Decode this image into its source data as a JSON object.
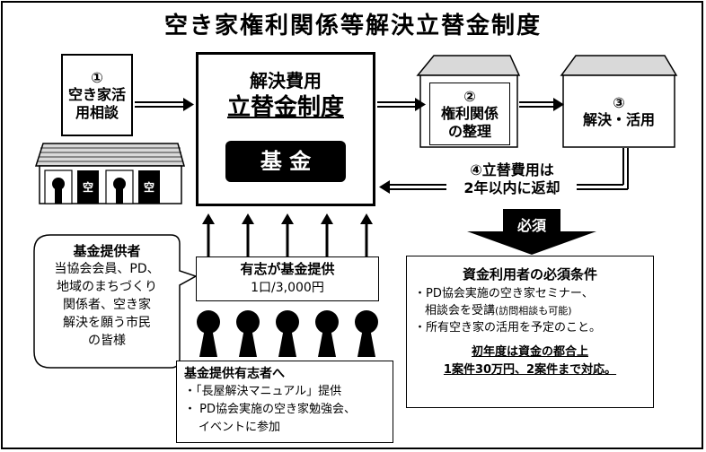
{
  "title": "空き家権利関係等解決立替金制度",
  "step1": {
    "num": "①",
    "line1": "空き家活",
    "line2": "用相談"
  },
  "center": {
    "line1": "解決費用",
    "line2": "立替金制度",
    "fund": "基 金"
  },
  "step2": {
    "num": "②",
    "line1": "権利関係",
    "line2": "の整理"
  },
  "step3": {
    "num": "③",
    "line1": "解決・活用"
  },
  "step4": {
    "line1": "④立替費用は",
    "line2": "2年以内に返却"
  },
  "house_vacant_labels": [
    "空",
    "空"
  ],
  "mandatory_label": "必須",
  "providers_bubble": {
    "heading": "基金提供者",
    "lines": [
      "当協会会員、PD、",
      "地域のまちづくり",
      "関係者、空き家",
      "解決を願う市民",
      "の皆様"
    ]
  },
  "donation": {
    "line1": "有志が基金提供",
    "line2": "1口/3,000円"
  },
  "donor_benefits": {
    "heading": "基金提供有志者へ",
    "items": [
      "・「長屋解決マニュアル」提供",
      "・ PD協会実施の空き家勉強会、",
      "イベントに参加"
    ]
  },
  "conditions": {
    "heading": "資金利用者の必須条件",
    "item1_line1": "・PD協会実施の空き家セミナー、",
    "item1_line2": "相談会を受講",
    "item1_note": "(訪問相談も可能)",
    "item2": "・所有空き家の活用を予定のこと。",
    "note_line1": "初年度は資金の都合上",
    "note_line2": "1案件30万円、2案件まで対応。"
  },
  "colors": {
    "ink": "#000000",
    "paper": "#ffffff",
    "roof": "#d9d9d9"
  }
}
